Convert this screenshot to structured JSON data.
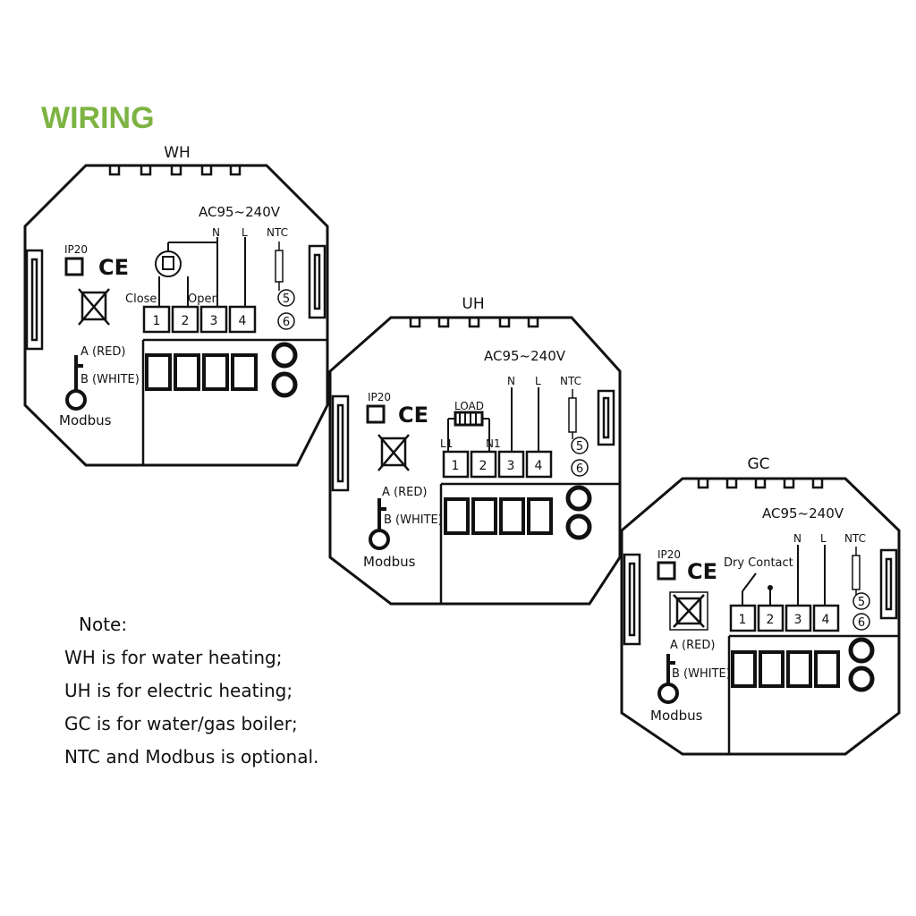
{
  "title": "WIRING",
  "units": [
    {
      "label": "WH",
      "voltage": "AC95~240V",
      "n": "N",
      "l": "L",
      "ntc": "NTC",
      "ip": "IP20",
      "ce": "CE",
      "wire_labels": [
        "Close",
        "Open"
      ],
      "terminals": [
        "1",
        "2",
        "3",
        "4"
      ],
      "sensor_terminals": [
        "5",
        "6"
      ],
      "modbus_a": "A (RED)",
      "modbus_b": "B (WHITE)",
      "modbus": "Modbus"
    },
    {
      "label": "UH",
      "voltage": "AC95~240V",
      "n": "N",
      "l": "L",
      "ntc": "NTC",
      "ip": "IP20",
      "ce": "CE",
      "load": "LOAD",
      "l1": "L1",
      "n1": "N1",
      "terminals": [
        "1",
        "2",
        "3",
        "4"
      ],
      "sensor_terminals": [
        "5",
        "6"
      ],
      "modbus_a": "A (RED)",
      "modbus_b": "B (WHITE)",
      "modbus": "Modbus"
    },
    {
      "label": "GC",
      "voltage": "AC95~240V",
      "n": "N",
      "l": "L",
      "ntc": "NTC",
      "ip": "IP20",
      "ce": "CE",
      "dry_contact": "Dry Contact",
      "terminals": [
        "1",
        "2",
        "3",
        "4"
      ],
      "sensor_terminals": [
        "5",
        "6"
      ],
      "modbus_a": "A (RED)",
      "modbus_b": "B (WHITE)",
      "modbus": "Modbus"
    }
  ],
  "notes": {
    "heading": "Note:",
    "lines": [
      "WH is for water heating;",
      "UH is for electric heating;",
      "GC is for water/gas boiler;",
      "NTC and Modbus is optional."
    ]
  }
}
